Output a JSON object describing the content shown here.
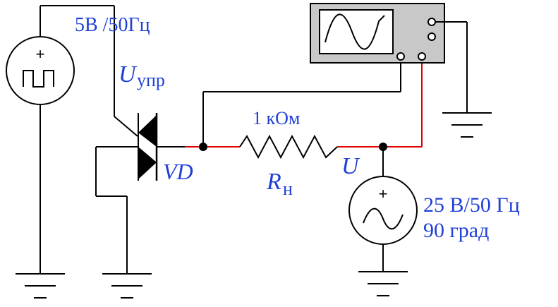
{
  "labels": {
    "square_source": "5В /50Гц",
    "control_voltage_main": "U",
    "control_voltage_sub": "упр",
    "device": "VD",
    "resistance_value": "1 кОм",
    "resistor_main": "R",
    "resistor_sub": "н",
    "output_voltage": "U",
    "ac_source_line1": "25 В/50 Гц",
    "ac_source_line2": "90 град"
  },
  "source_symbols": {
    "square_source_polarity": "+",
    "ac_source_polarity": "+"
  },
  "colors": {
    "wire": "#000000",
    "wire_highlight": "#e00000",
    "label": "#1f3fd6",
    "oscilloscope_body": "#c8c8c8",
    "oscilloscope_screen": "#ffffff"
  },
  "icons": {
    "square_wave_source": "square-wave-source-icon",
    "sine_wave_source": "sine-wave-source-icon",
    "oscilloscope": "oscilloscope-icon",
    "ground": "ground-icon",
    "thyristor": "triac-icon"
  }
}
